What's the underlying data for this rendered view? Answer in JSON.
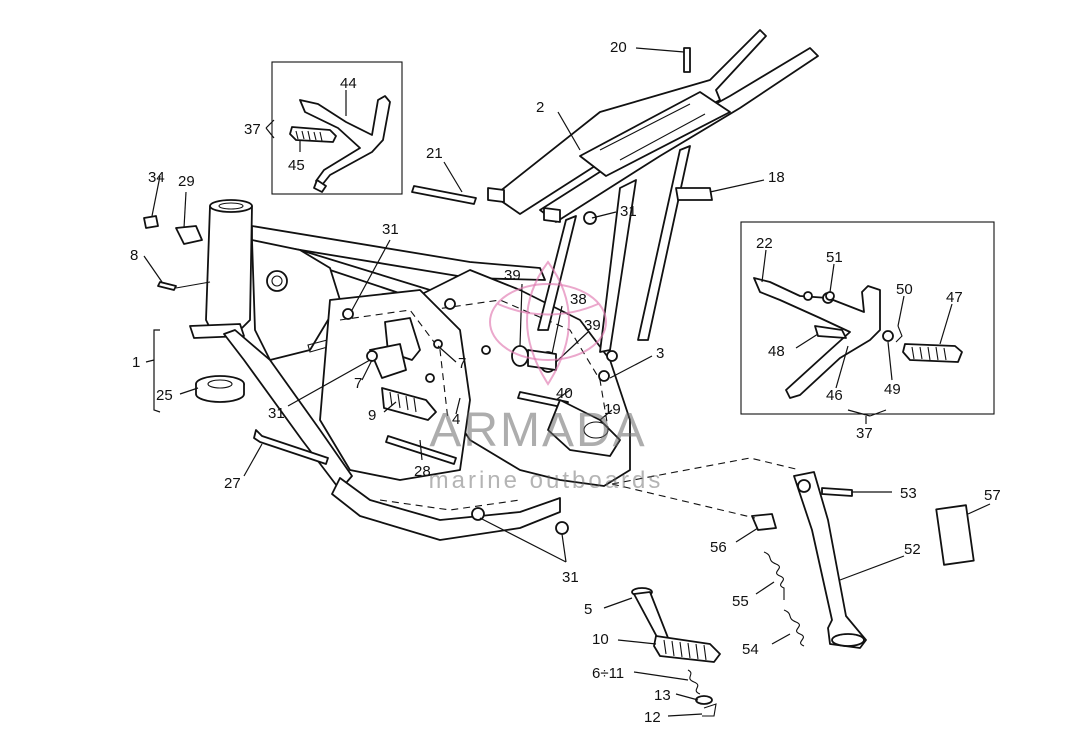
{
  "labels": {
    "l1": "1",
    "l2": "2",
    "l3": "3",
    "l4": "4",
    "l5": "5",
    "l6_11": "6÷11",
    "l7a": "7",
    "l7b": "7",
    "l8": "8",
    "l9": "9",
    "l10": "10",
    "l12": "12",
    "l13": "13",
    "l18": "18",
    "l19": "19",
    "l20": "20",
    "l21": "21",
    "l22": "22",
    "l25": "25",
    "l27": "27",
    "l28": "28",
    "l29": "29",
    "l31a": "31",
    "l31b": "31",
    "l31c": "31",
    "l31d": "31",
    "l34": "34",
    "l37a": "37",
    "l37b": "37",
    "l38": "38",
    "l39a": "39",
    "l39b": "39",
    "l40": "40",
    "l44": "44",
    "l45": "45",
    "l46": "46",
    "l47": "47",
    "l48": "48",
    "l49": "49",
    "l50": "50",
    "l51": "51",
    "l52": "52",
    "l53": "53",
    "l54": "54",
    "l55": "55",
    "l56": "56",
    "l57": "57"
  },
  "watermark": {
    "brand": "ARMADA",
    "tagline": "marine outboards",
    "logo_color": "#e07ab0"
  }
}
